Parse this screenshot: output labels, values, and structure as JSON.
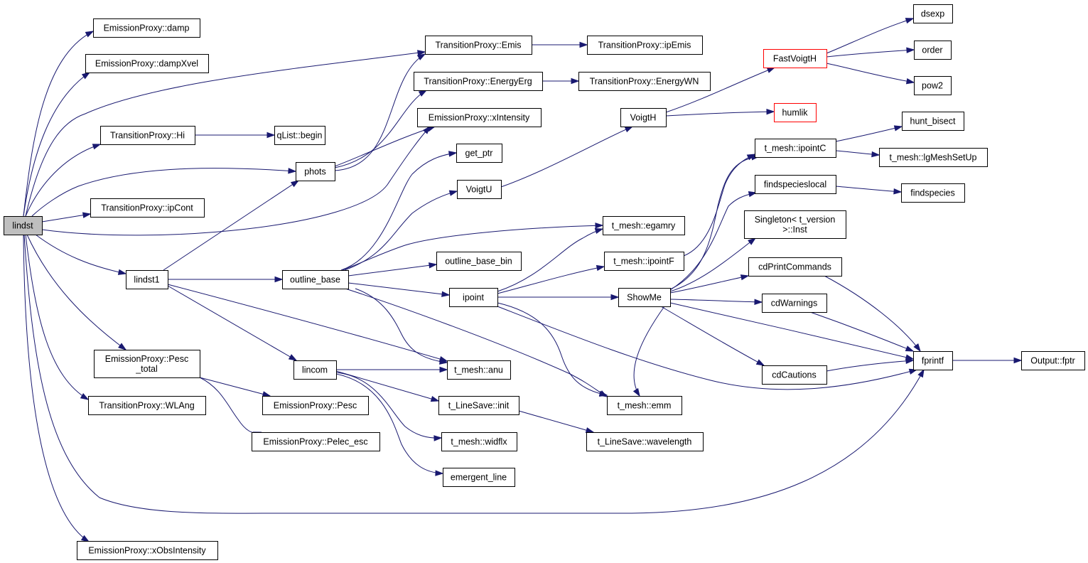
{
  "graph": {
    "nodes": [
      {
        "id": "lindst",
        "label": [
          "lindst"
        ],
        "root": true
      },
      {
        "id": "damp",
        "label": [
          "EmissionProxy::damp"
        ]
      },
      {
        "id": "dampXvel",
        "label": [
          "EmissionProxy::dampXvel"
        ]
      },
      {
        "id": "Hi",
        "label": [
          "TransitionProxy::Hi"
        ]
      },
      {
        "id": "ipCont",
        "label": [
          "TransitionProxy::ipCont"
        ]
      },
      {
        "id": "lindst1",
        "label": [
          "lindst1"
        ]
      },
      {
        "id": "Pesc_total",
        "label": [
          "EmissionProxy::Pesc",
          "_total"
        ]
      },
      {
        "id": "WLAng",
        "label": [
          "TransitionProxy::WLAng"
        ]
      },
      {
        "id": "xObsIntensity",
        "label": [
          "EmissionProxy::xObsIntensity"
        ]
      },
      {
        "id": "qbegin",
        "label": [
          "qList::begin"
        ]
      },
      {
        "id": "phots",
        "label": [
          "phots"
        ]
      },
      {
        "id": "outline_base",
        "label": [
          "outline_base"
        ]
      },
      {
        "id": "lincom",
        "label": [
          "lincom"
        ]
      },
      {
        "id": "Pesc",
        "label": [
          "EmissionProxy::Pesc"
        ]
      },
      {
        "id": "Pelec_esc",
        "label": [
          "EmissionProxy::Pelec_esc"
        ]
      },
      {
        "id": "Emis",
        "label": [
          "TransitionProxy::Emis"
        ]
      },
      {
        "id": "EnergyErg",
        "label": [
          "TransitionProxy::EnergyErg"
        ]
      },
      {
        "id": "xIntensity",
        "label": [
          "EmissionProxy::xIntensity"
        ]
      },
      {
        "id": "get_ptr",
        "label": [
          "get_ptr"
        ]
      },
      {
        "id": "VoigtU",
        "label": [
          "VoigtU"
        ]
      },
      {
        "id": "outline_base_bin",
        "label": [
          "outline_base_bin"
        ]
      },
      {
        "id": "ipoint",
        "label": [
          "ipoint"
        ]
      },
      {
        "id": "anu",
        "label": [
          "t_mesh::anu"
        ]
      },
      {
        "id": "lsinit",
        "label": [
          "t_LineSave::init"
        ]
      },
      {
        "id": "widflx",
        "label": [
          "t_mesh::widflx"
        ]
      },
      {
        "id": "emergent_line",
        "label": [
          "emergent_line"
        ]
      },
      {
        "id": "ipEmis",
        "label": [
          "TransitionProxy::ipEmis"
        ]
      },
      {
        "id": "EnergyWN",
        "label": [
          "TransitionProxy::EnergyWN"
        ]
      },
      {
        "id": "VoigtH",
        "label": [
          "VoigtH"
        ]
      },
      {
        "id": "egamry",
        "label": [
          "t_mesh::egamry"
        ]
      },
      {
        "id": "ipointF",
        "label": [
          "t_mesh::ipointF"
        ]
      },
      {
        "id": "ShowMe",
        "label": [
          "ShowMe"
        ]
      },
      {
        "id": "emm",
        "label": [
          "t_mesh::emm"
        ]
      },
      {
        "id": "wavelength",
        "label": [
          "t_LineSave::wavelength"
        ]
      },
      {
        "id": "FastVoigtH",
        "label": [
          "FastVoigtH"
        ],
        "truncated": true
      },
      {
        "id": "humlik",
        "label": [
          "humlik"
        ],
        "truncated": true
      },
      {
        "id": "ipointC",
        "label": [
          "t_mesh::ipointC"
        ]
      },
      {
        "id": "findspecieslocal",
        "label": [
          "findspecieslocal"
        ]
      },
      {
        "id": "Singleton",
        "label": [
          "Singleton< t_version",
          ">::Inst"
        ]
      },
      {
        "id": "cdPrintCommands",
        "label": [
          "cdPrintCommands"
        ]
      },
      {
        "id": "cdWarnings",
        "label": [
          "cdWarnings"
        ]
      },
      {
        "id": "cdCautions",
        "label": [
          "cdCautions"
        ]
      },
      {
        "id": "dsexp",
        "label": [
          "dsexp"
        ]
      },
      {
        "id": "order",
        "label": [
          "order"
        ]
      },
      {
        "id": "pow2",
        "label": [
          "pow2"
        ]
      },
      {
        "id": "hunt_bisect",
        "label": [
          "hunt_bisect"
        ]
      },
      {
        "id": "lgMeshSetUp",
        "label": [
          "t_mesh::lgMeshSetUp"
        ]
      },
      {
        "id": "findspecies",
        "label": [
          "findspecies"
        ]
      },
      {
        "id": "fprintf",
        "label": [
          "fprintf"
        ]
      },
      {
        "id": "fptr",
        "label": [
          "Output::fptr"
        ]
      }
    ],
    "edges": [
      [
        "lindst",
        "damp"
      ],
      [
        "lindst",
        "dampXvel"
      ],
      [
        "lindst",
        "Emis"
      ],
      [
        "lindst",
        "Hi"
      ],
      [
        "lindst",
        "xIntensity"
      ],
      [
        "lindst",
        "phots"
      ],
      [
        "lindst",
        "ipCont"
      ],
      [
        "lindst",
        "lindst1"
      ],
      [
        "lindst",
        "Pesc_total"
      ],
      [
        "lindst",
        "WLAng"
      ],
      [
        "lindst",
        "fprintf"
      ],
      [
        "lindst",
        "xObsIntensity"
      ],
      [
        "Hi",
        "qbegin"
      ],
      [
        "phots",
        "Emis"
      ],
      [
        "phots",
        "EnergyErg"
      ],
      [
        "phots",
        "xIntensity"
      ],
      [
        "lindst1",
        "phots"
      ],
      [
        "lindst1",
        "outline_base"
      ],
      [
        "lindst1",
        "anu"
      ],
      [
        "lindst1",
        "lincom"
      ],
      [
        "Pesc_total",
        "Pesc"
      ],
      [
        "Pesc_total",
        "Pelec_esc"
      ],
      [
        "outline_base",
        "get_ptr"
      ],
      [
        "outline_base",
        "VoigtU"
      ],
      [
        "outline_base",
        "egamry"
      ],
      [
        "outline_base",
        "outline_base_bin"
      ],
      [
        "outline_base",
        "ipoint"
      ],
      [
        "outline_base",
        "anu"
      ],
      [
        "outline_base",
        "emm"
      ],
      [
        "lincom",
        "anu"
      ],
      [
        "lincom",
        "lsinit"
      ],
      [
        "lincom",
        "widflx"
      ],
      [
        "lincom",
        "emergent_line"
      ],
      [
        "Emis",
        "ipEmis"
      ],
      [
        "EnergyErg",
        "EnergyWN"
      ],
      [
        "VoigtU",
        "VoigtH"
      ],
      [
        "ipoint",
        "egamry"
      ],
      [
        "ipoint",
        "ipointF"
      ],
      [
        "ipoint",
        "ShowMe"
      ],
      [
        "ipoint",
        "emm"
      ],
      [
        "ipoint",
        "fprintf"
      ],
      [
        "lsinit",
        "wavelength"
      ],
      [
        "VoigtH",
        "FastVoigtH"
      ],
      [
        "VoigtH",
        "humlik"
      ],
      [
        "ipointF",
        "ipointC"
      ],
      [
        "ShowMe",
        "ipointC"
      ],
      [
        "ShowMe",
        "findspecieslocal"
      ],
      [
        "ShowMe",
        "Singleton"
      ],
      [
        "ShowMe",
        "cdPrintCommands"
      ],
      [
        "ShowMe",
        "cdWarnings"
      ],
      [
        "ShowMe",
        "cdCautions"
      ],
      [
        "ShowMe",
        "emm"
      ],
      [
        "ShowMe",
        "fprintf"
      ],
      [
        "FastVoigtH",
        "dsexp"
      ],
      [
        "FastVoigtH",
        "order"
      ],
      [
        "FastVoigtH",
        "pow2"
      ],
      [
        "ipointC",
        "hunt_bisect"
      ],
      [
        "ipointC",
        "lgMeshSetUp"
      ],
      [
        "findspecieslocal",
        "findspecies"
      ],
      [
        "cdPrintCommands",
        "fprintf"
      ],
      [
        "cdWarnings",
        "fprintf"
      ],
      [
        "cdCautions",
        "fprintf"
      ],
      [
        "fprintf",
        "fptr"
      ]
    ]
  }
}
